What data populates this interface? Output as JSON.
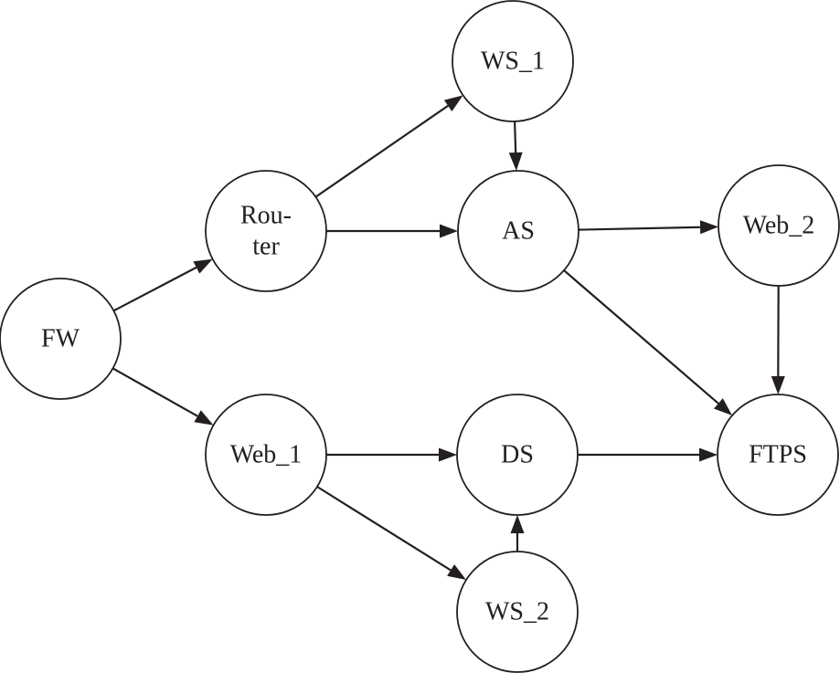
{
  "diagram": {
    "nodes": [
      {
        "id": "fw",
        "lines": [
          "FW"
        ]
      },
      {
        "id": "router",
        "lines": [
          "Rou-",
          "ter"
        ]
      },
      {
        "id": "web1",
        "lines": [
          "Web_1"
        ]
      },
      {
        "id": "ws1",
        "lines": [
          "WS_1"
        ]
      },
      {
        "id": "as",
        "lines": [
          "AS"
        ]
      },
      {
        "id": "ds",
        "lines": [
          "DS"
        ]
      },
      {
        "id": "ws2",
        "lines": [
          "WS_2"
        ]
      },
      {
        "id": "web2",
        "lines": [
          "Web_2"
        ]
      },
      {
        "id": "ftps",
        "lines": [
          "FTPS"
        ]
      }
    ],
    "edges": [
      {
        "from": "fw",
        "to": "router"
      },
      {
        "from": "fw",
        "to": "web1"
      },
      {
        "from": "router",
        "to": "ws1"
      },
      {
        "from": "router",
        "to": "as"
      },
      {
        "from": "ws1",
        "to": "as"
      },
      {
        "from": "as",
        "to": "web2"
      },
      {
        "from": "as",
        "to": "ftps"
      },
      {
        "from": "web2",
        "to": "ftps"
      },
      {
        "from": "web1",
        "to": "ds"
      },
      {
        "from": "web1",
        "to": "ws2"
      },
      {
        "from": "ws2",
        "to": "ds"
      },
      {
        "from": "ds",
        "to": "ftps"
      }
    ]
  }
}
